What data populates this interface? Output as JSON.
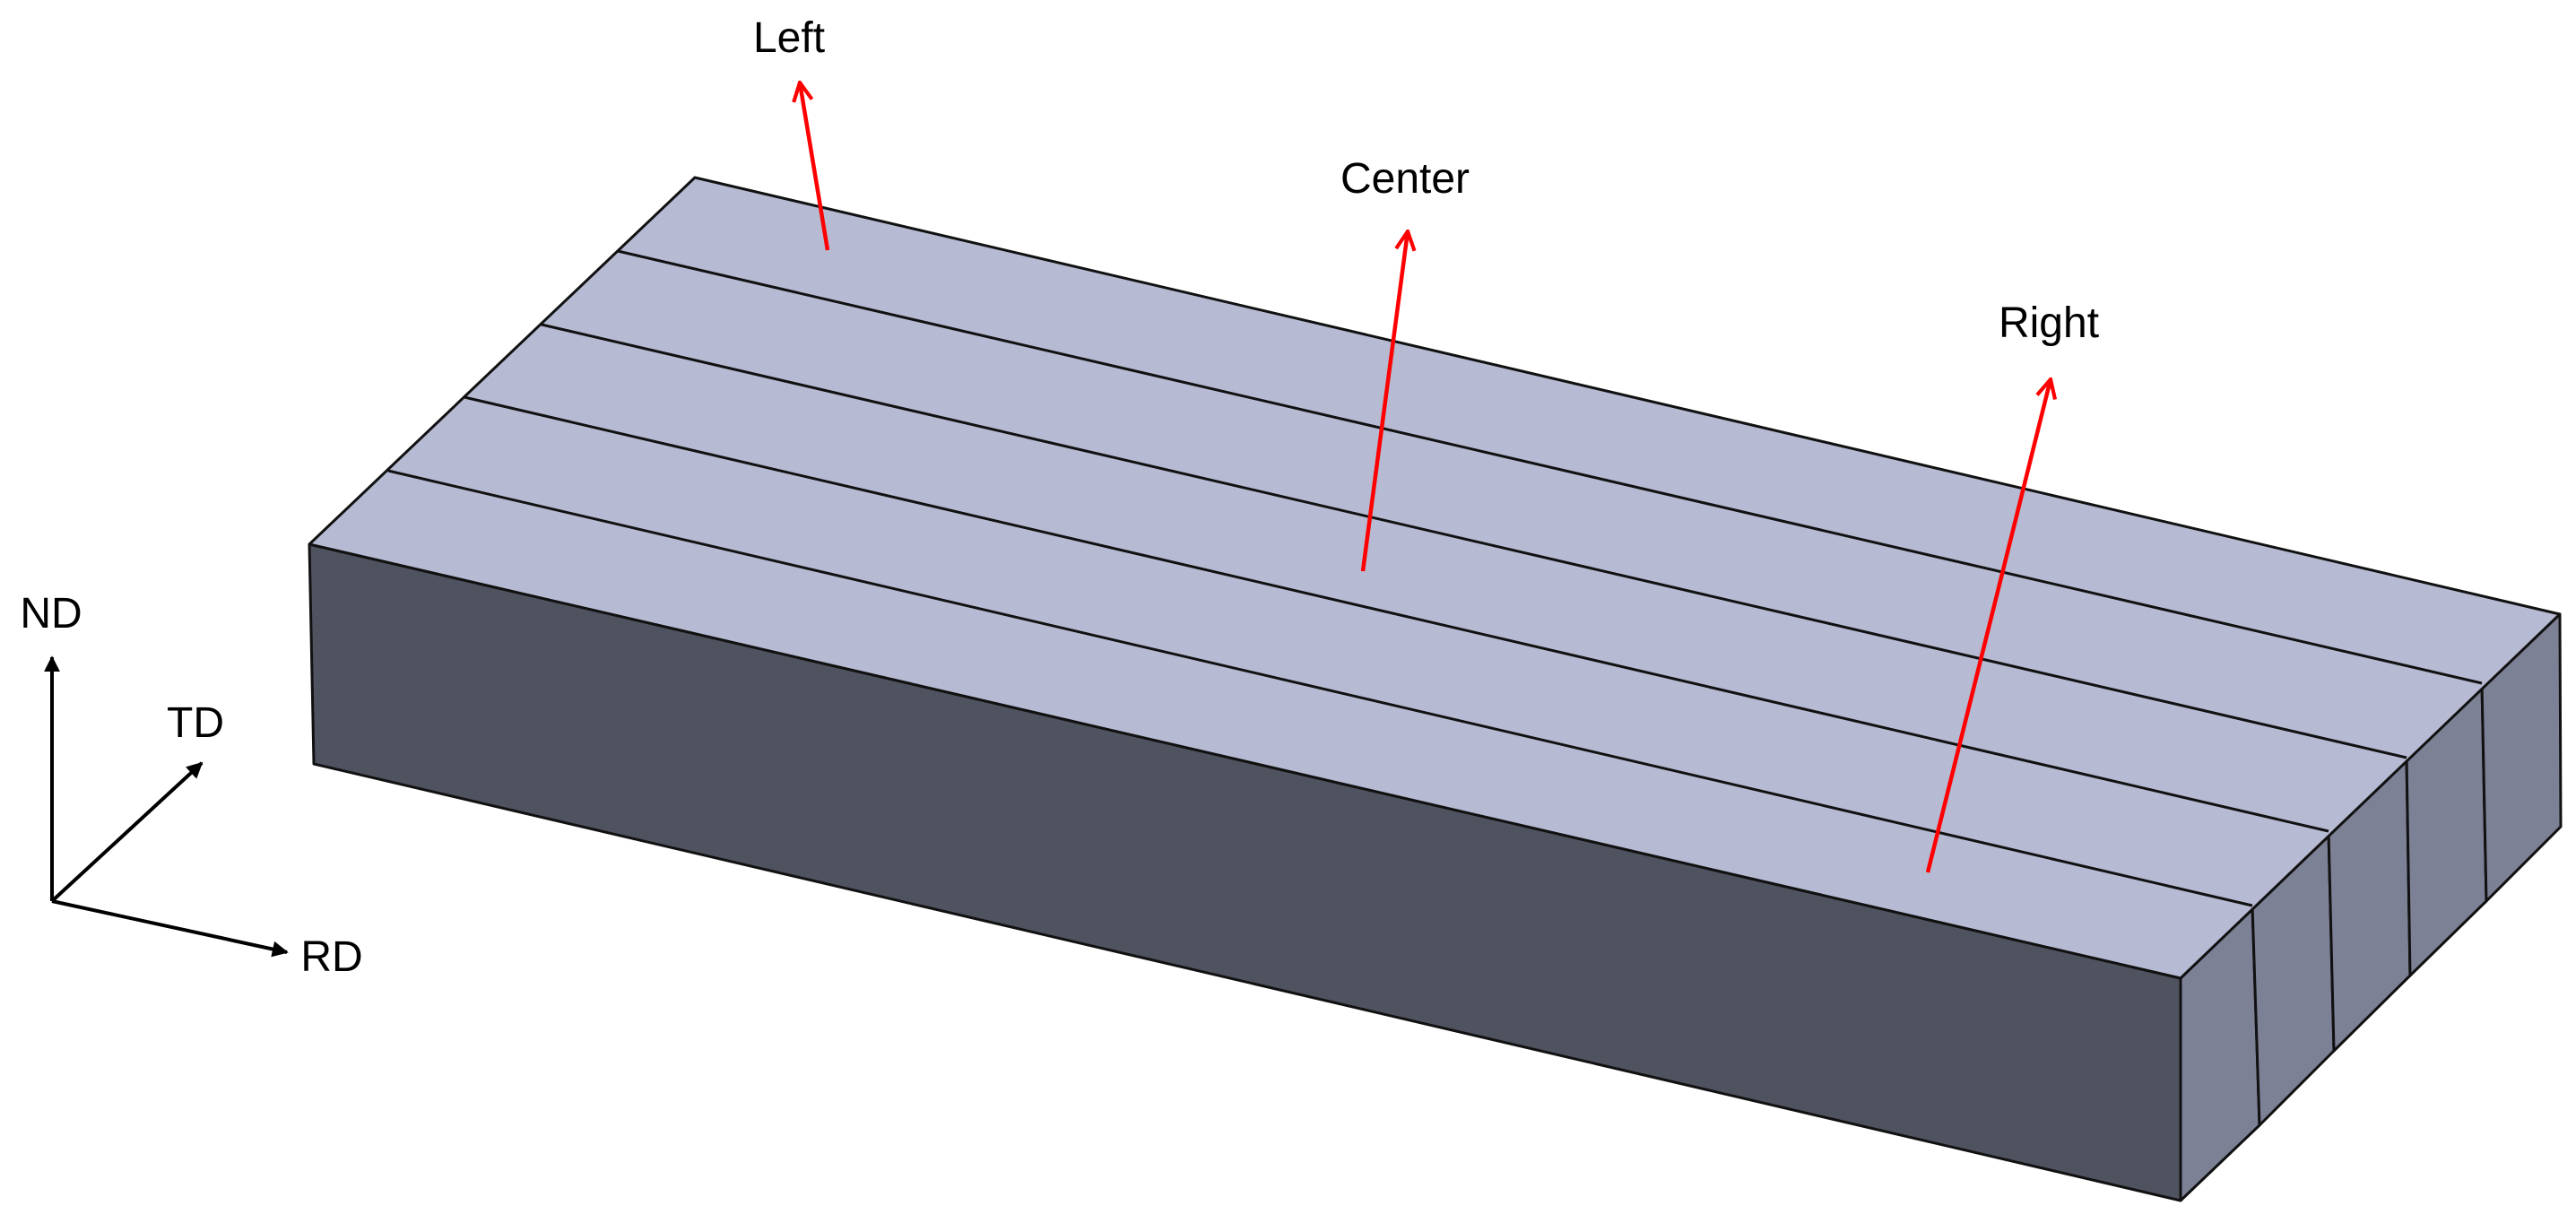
{
  "labels": {
    "left": "Left",
    "center": "Center",
    "right": "Right"
  },
  "axes": {
    "nd": "ND",
    "td": "TD",
    "rd": "RD"
  },
  "colors": {
    "top_face": "#b6bbd3",
    "front_face": "#4f525f",
    "end_face": "#7d8196",
    "edge": "#111111",
    "sample_arrow": "#ff0000",
    "axis_arrow": "#000000"
  }
}
